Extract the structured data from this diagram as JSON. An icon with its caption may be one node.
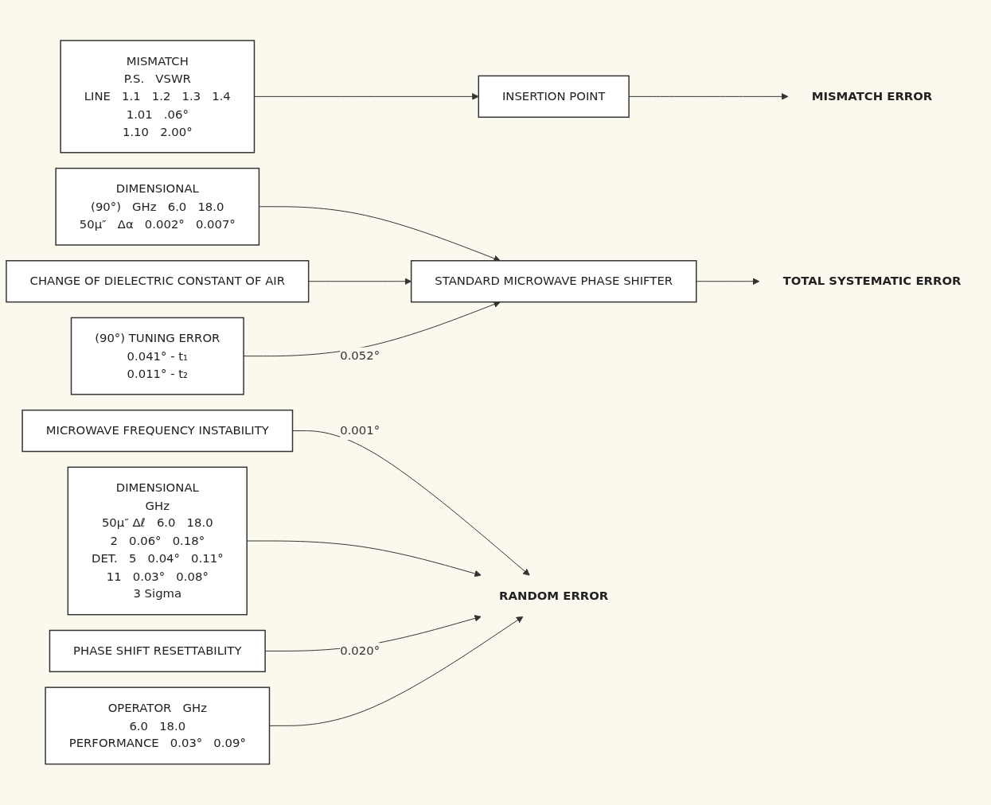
{
  "diagram": {
    "nodes": [
      {
        "text": [
          "MICROWAVE FREQUENCY INSTABILITY"
        ]
      },
      {
        "text": [
          "INSERTION POINT"
        ]
      },
      {
        "text": [
          "MISMATCH",
          "P.S.",
          "LINE",
          "VSWR",
          "1.1",
          "1.2",
          "1.3",
          "1.4",
          "1.01",
          ".06°",
          "1.10",
          "2.00°"
        ]
      },
      {
        "text": [
          "DIMENSIONAL",
          "GHz",
          "50μ″ Δℓ",
          "6.0",
          "18.0",
          "2",
          "0.06°",
          "0.18°",
          "DET.",
          "5",
          "0.04°",
          "0.11°",
          "11",
          "0.03°",
          "0.08°",
          "3 Sigma"
        ]
      },
      {
        "text": [
          "DIMENSIONAL",
          "(90°)",
          "GHz",
          "6.0",
          "18.0",
          "50μ″",
          "Δα",
          "0.002°",
          "0.007°"
        ]
      },
      {
        "text": [
          "PHASE SHIFT RESETTABILITY"
        ]
      },
      {
        "text": [
          "STANDARD MICROWAVE PHASE SHIFTER"
        ]
      },
      {
        "text": [
          "CHANGE OF DIELECTRIC CONSTANT OF AIR"
        ]
      },
      {
        "text": [
          "OPERATOR",
          "GHz",
          "6.0",
          "18.0",
          "PERFORMANCE",
          "0.03°",
          "0.09°"
        ]
      },
      {
        "text": [
          "(90°) TUNING ERROR",
          "0.041° - t₁",
          "0.011° - t₂"
        ]
      },
      {
        "text": [
          "RANDOM ERROR"
        ]
      },
      {
        "text": [
          "MISMATCH ERROR"
        ]
      },
      {
        "text": [
          "TOTAL SYSTEMATIC ERROR"
        ]
      }
    ],
    "edges": [
      {
        "from": 0,
        "to": 10,
        "arrow": "to",
        "label": "0.001°"
      },
      {
        "from": 3,
        "to": 10,
        "arrow": "to"
      },
      {
        "from": 5,
        "to": 10,
        "arrow": "to",
        "label": "0.020°"
      },
      {
        "from": 8,
        "to": 10,
        "arrow": "to"
      },
      {
        "from": 2,
        "to": 1,
        "arrow": "to"
      },
      {
        "from": 1,
        "to": 11,
        "arrow": "to"
      },
      {
        "from": 4,
        "to": 6,
        "arrow": "to"
      },
      {
        "from": 7,
        "to": 6,
        "arrow": "to"
      },
      {
        "from": 9,
        "to": 6,
        "arrow": "to",
        "label": "0.052°"
      },
      {
        "from": 6,
        "to": 12,
        "arrow": "to"
      }
    ]
  }
}
